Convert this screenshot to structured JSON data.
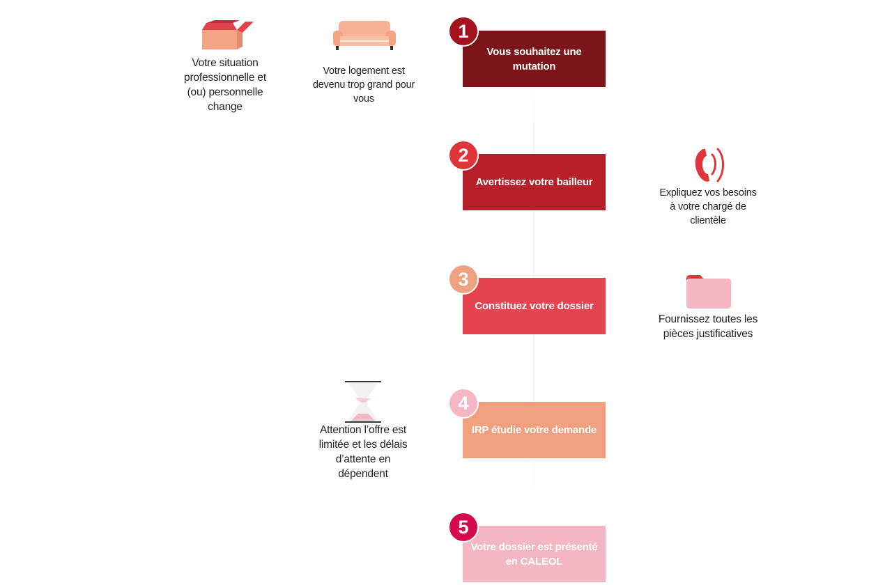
{
  "colors": {
    "step1": "#7b1519",
    "step2": "#b71f2a",
    "step3": "#e5434f",
    "step4": "#f0a07e",
    "step5": "#f4b6c2",
    "num1": "#a5121f",
    "num2": "#e0343b",
    "num3": "#eea181",
    "num4": "#f5b7c6",
    "num5": "#d6094d"
  },
  "steps": [
    {
      "number": "1",
      "label": "Vous souhaitez une mutation"
    },
    {
      "number": "2",
      "label": "Avertissez votre bailleur"
    },
    {
      "number": "3",
      "label": "Constituez votre dossier"
    },
    {
      "number": "4",
      "label": "IRP étudie votre demande"
    },
    {
      "number": "5",
      "label": "Votre dossier est présenté en CALEOL"
    }
  ],
  "notes": {
    "situation": {
      "icon": "box-icon",
      "text": "Votre situation professionnelle et (ou) personnelle change"
    },
    "logement": {
      "icon": "sofa-icon",
      "text": "Votre logement est devenu trop grand pour vous"
    },
    "besoins": {
      "icon": "phone-icon",
      "text": "Expliquez vos besoins à votre chargé de clientèle"
    },
    "pieces": {
      "icon": "folder-icon",
      "text": "Fournissez toutes les pièces justificatives"
    },
    "attention": {
      "icon": "hourglass-icon",
      "text": "Attention l’offre est limitée et les délais d’attente en dépendent"
    }
  }
}
